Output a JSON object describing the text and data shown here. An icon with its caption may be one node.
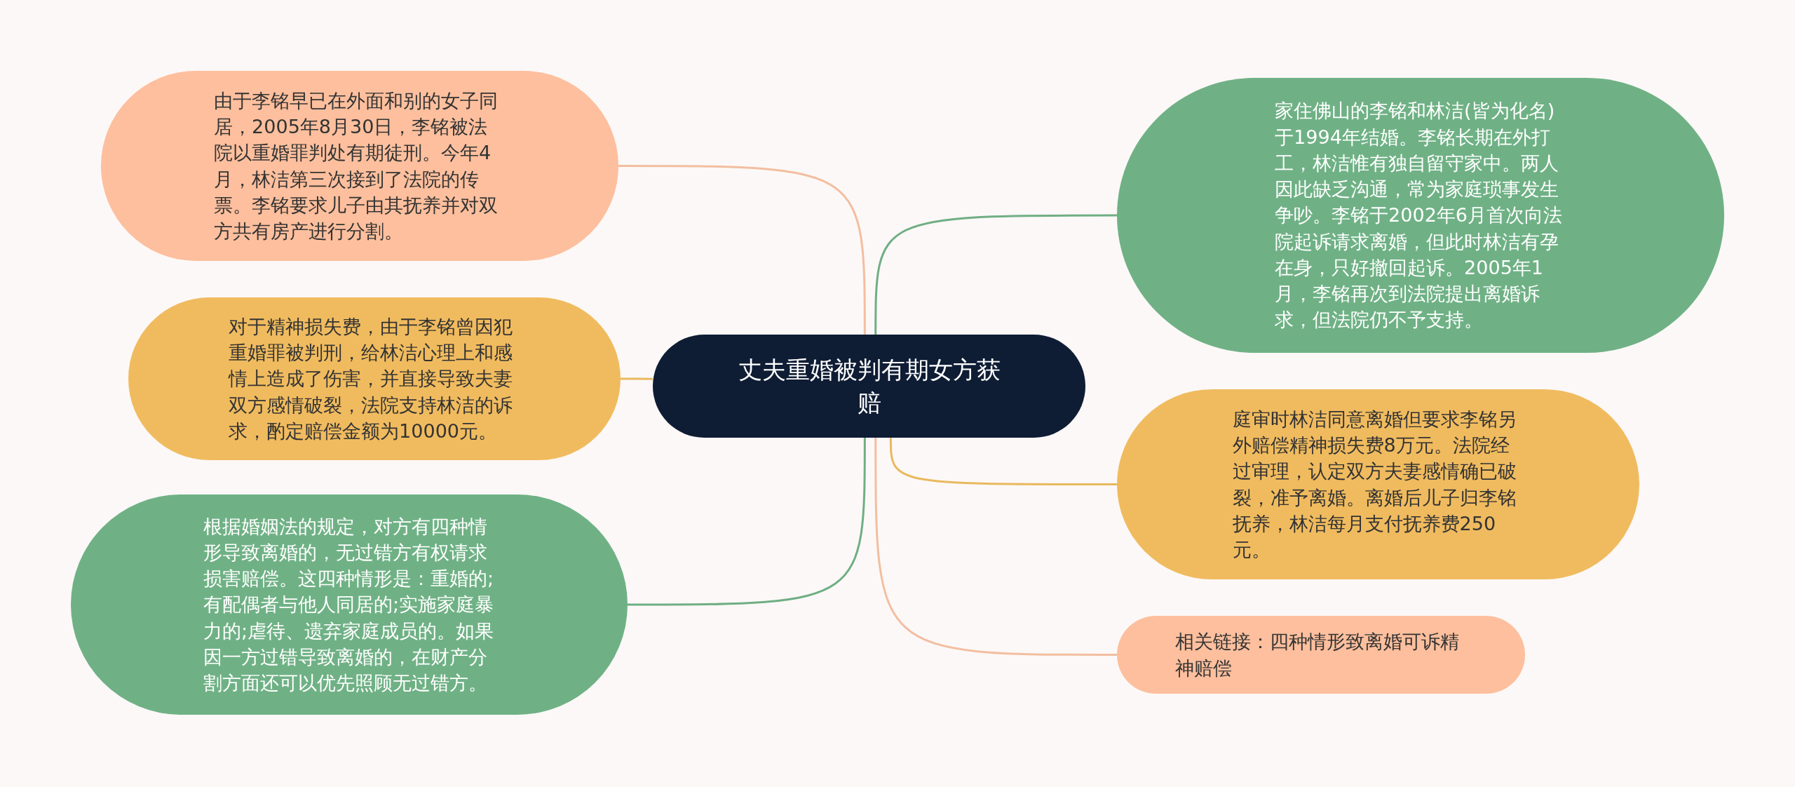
{
  "diagram": {
    "nodes": [
      {
        "text": [
          "丈夫重婚被判有期女方获赔"
        ]
      },
      {
        "text": [
          "由于李铭早已在外面和别的女子同居，2005年8月30日，李铭被法院以重婚罪判处有期徒刑。今年4月，林洁第三次接到了法院的传票。李铭要求儿子由其抚养并对双方共有房产进行分割。"
        ]
      },
      {
        "text": [
          "对于精神损失费，由于李铭曾因犯重婚罪被判刑，给林洁心理上和感情上造成了伤害，并直接导致夫妻双方感情破裂，法院支持林洁的诉求，酌定赔偿金额为10000元。"
        ]
      },
      {
        "text": [
          "根据婚姻法的规定，对方有四种情形导致离婚的，无过错方有权请求损害赔偿。这四种情形是：重婚的;有配偶者与他人同居的;实施家庭暴力的;虐待、遗弃家庭成员的。如果因一方过错导致离婚的，在财产分割方面还可以优先照顾无过错方。"
        ]
      },
      {
        "text": [
          "家住佛山的李铭和林洁(皆为化名)于1994年结婚。李铭长期在外打工，林洁惟有独自留守家中。两人因此缺乏沟通，常为家庭琐事发生争吵。李铭于2002年6月首次向法院起诉请求离婚，但此时林洁有孕在身，只好撤回起诉。2005年1月，李铭再次到法院提出离婚诉求，但法院仍不予支持。"
        ]
      },
      {
        "text": [
          "庭审时林洁同意离婚但要求李铭另外赔偿精神损失费8万元。法院经过审理，认定双方夫妻感情确已破裂，准予离婚。离婚后儿子归李铭抚养，林洁每月支付抚养费250元。"
        ]
      },
      {
        "text": [
          "相关链接：四种情形致离婚可诉精神赔偿"
        ]
      }
    ],
    "edges": [
      {
        "from": 0,
        "to": 1,
        "arrow": "none",
        "color": "#f3bea0"
      },
      {
        "from": 0,
        "to": 2,
        "arrow": "none",
        "color": "#e9b95e"
      },
      {
        "from": 0,
        "to": 3,
        "arrow": "none",
        "color": "#6fae84"
      },
      {
        "from": 0,
        "to": 4,
        "arrow": "none",
        "color": "#6fae84"
      },
      {
        "from": 0,
        "to": 5,
        "arrow": "none",
        "color": "#e9b95e"
      },
      {
        "from": 0,
        "to": 6,
        "arrow": "none",
        "color": "#f3bea0"
      }
    ]
  }
}
